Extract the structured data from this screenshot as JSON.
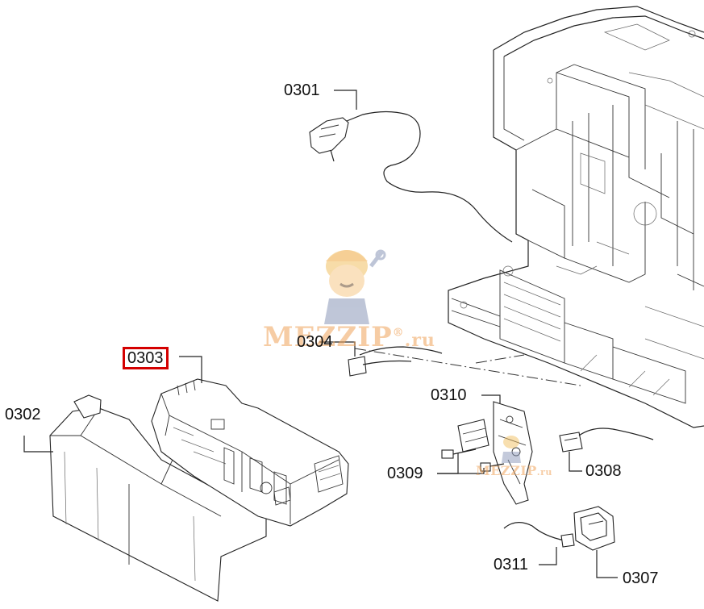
{
  "diagram": {
    "parts": [
      {
        "id": "0301",
        "label": "0301",
        "highlighted": false
      },
      {
        "id": "0302",
        "label": "0302",
        "highlighted": false
      },
      {
        "id": "0303",
        "label": "0303",
        "highlighted": true
      },
      {
        "id": "0304",
        "label": "0304",
        "highlighted": false
      },
      {
        "id": "0307",
        "label": "0307",
        "highlighted": false
      },
      {
        "id": "0308",
        "label": "0308",
        "highlighted": false
      },
      {
        "id": "0309",
        "label": "0309",
        "highlighted": false
      },
      {
        "id": "0310",
        "label": "0310",
        "highlighted": false
      },
      {
        "id": "0311",
        "label": "0311",
        "highlighted": false
      }
    ],
    "highlight_color": "#d40000"
  },
  "watermark": {
    "text_main": "MEZZIP",
    "registered": "®",
    "suffix": ".ru",
    "color": "#f0a35a"
  }
}
